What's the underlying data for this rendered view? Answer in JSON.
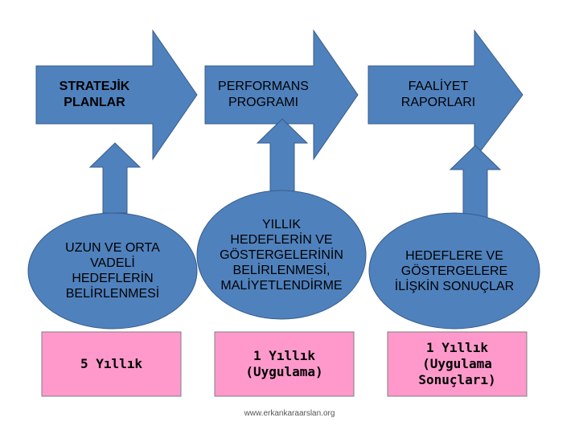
{
  "top_row": [
    {
      "label": "STRATEJİK\nPLANLAR"
    },
    {
      "label": "PERFORMANS\nPROGRAMI"
    },
    {
      "label": "FAALİYET\nRAPORLARI"
    }
  ],
  "middle_row": [
    {
      "label": "UZUN VE ORTA\nVADELİ\nHEDEFLERİN\nBELİRLENMESİ"
    },
    {
      "label": "YILLIK\nHEDEFLERİN VE\nGÖSTERGELERİNİN\nBELİRLENMESİ,\nMALİYETLENDİRME"
    },
    {
      "label": "HEDEFLERE VE\nGÖSTERGELERE\nİLİŞKİN SONUÇLAR"
    }
  ],
  "bottom_row": [
    {
      "label": "5 Yıllık"
    },
    {
      "label": "1 Yıllık\n(Uygulama)"
    },
    {
      "label": "1 Yıllık\n(Uygulama\nSonuçları)"
    }
  ],
  "footer": "www.erkankaraarslan.org",
  "colors": {
    "shape_fill": "#4f81bd",
    "shape_stroke": "#385d8a",
    "box_fill": "#ff99cc",
    "box_stroke": "#7f7f7f"
  }
}
